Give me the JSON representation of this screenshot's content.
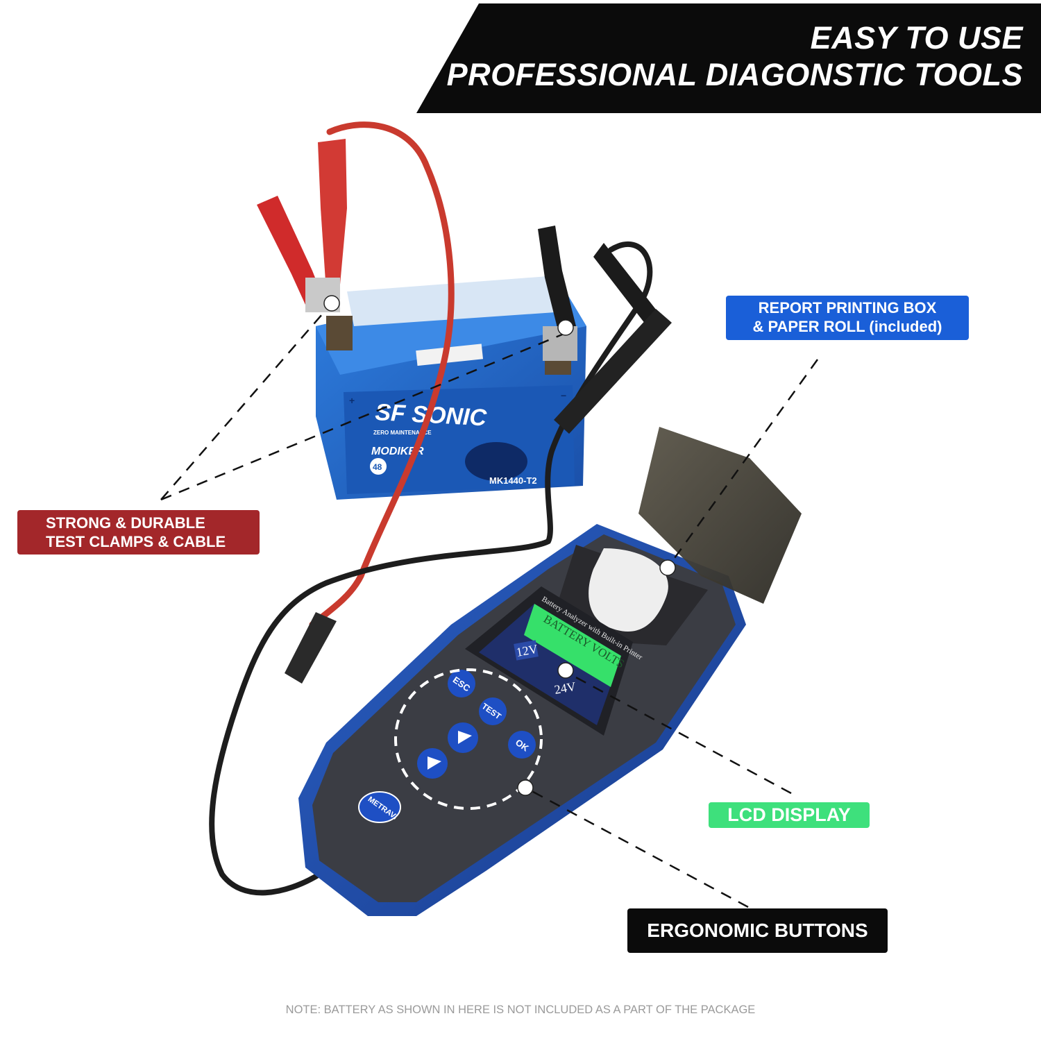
{
  "banner": {
    "line1": "EASY TO USE",
    "line2": "PROFESSIONAL DIAGONSTIC TOOLS"
  },
  "callouts": {
    "printing": {
      "line1": "REPORT PRINTING BOX",
      "line2": "& PAPER ROLL (included)"
    },
    "clamps": {
      "line1": "STRONG & DURABLE",
      "line2": "TEST CLAMPS & CABLE"
    },
    "lcd": "LCD DISPLAY",
    "buttons": "ERGONOMIC BUTTONS"
  },
  "battery": {
    "brand": "SF SONIC",
    "subbrand": "ZERO MAINTENANCE",
    "model_line": "MODIKER",
    "model_code": "MK1440-T2",
    "warranty": "48",
    "terminal_pos": "+",
    "terminal_neg": "−"
  },
  "device": {
    "printer_label": "Battery Analyzer with Built-in Printer",
    "lcd_title": "BATTERY VOLTS",
    "option_12v": "12V",
    "option_24v": "24V",
    "brand_logo": "METRAVI",
    "buttons": {
      "esc": "ESC",
      "test": "TEST",
      "ok": "OK"
    }
  },
  "footnote": "NOTE: BATTERY AS SHOWN IN HERE IS NOT INCLUDED AS A PART OF THE PACKAGE",
  "colors": {
    "banner_bg": "#0b0b0b",
    "printing_callout": "#1a5fd8",
    "clamps_callout": "#a3272a",
    "lcd_callout": "#3ee07c",
    "buttons_callout": "#0b0b0b",
    "battery_blue": "#1e5fbf",
    "device_blue": "#1f4fb0",
    "lcd_green": "#36e06a"
  }
}
